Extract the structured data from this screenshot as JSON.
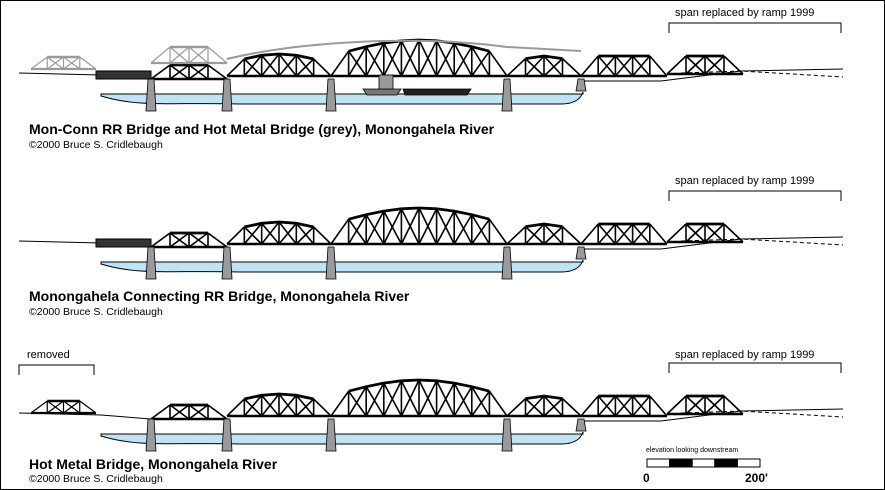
{
  "panels": [
    {
      "title": "Mon-Conn RR Bridge and Hot Metal Bridge (grey), Monongahela River",
      "credit": "©2000 Bruce S. Cridlebaugh",
      "annotation": "span replaced by ramp 1999"
    },
    {
      "title": "Monongahela Connecting RR Bridge, Monongahela River",
      "credit": "©2000 Bruce S. Cridlebaugh",
      "annotation": "span replaced by ramp 1999"
    },
    {
      "title": "Hot Metal Bridge, Monongahela River",
      "credit": "©2000 Bruce S. Cridlebaugh",
      "annotation": "span replaced by ramp 1999",
      "removed_label": "removed"
    }
  ],
  "scale_bar": {
    "caption": "elevation looking downstream",
    "start_label": "0",
    "end_label": "200'"
  },
  "colors": {
    "water": "#bfe3f5",
    "pier": "#9a9a9a",
    "grey_truss": "#9a9a9a",
    "truss": "#000000"
  }
}
